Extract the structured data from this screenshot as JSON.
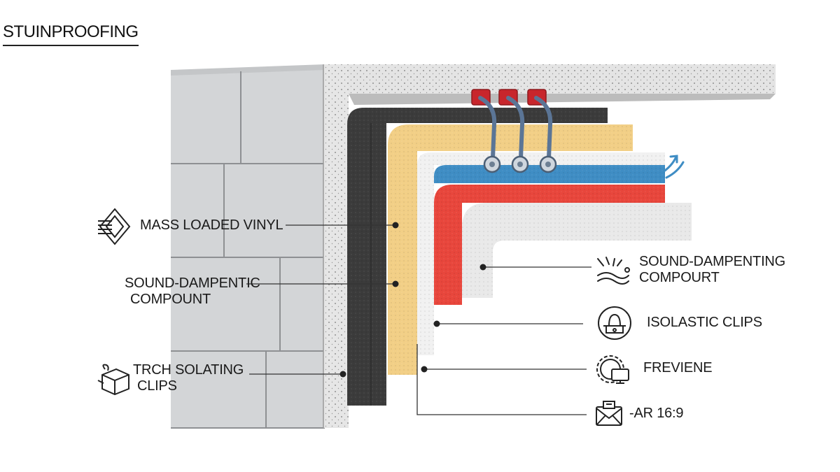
{
  "title": "STUINPROOFING",
  "labels": {
    "mlv": {
      "text": "MASS LOADED VINYL",
      "icon": "layers-diamond-icon"
    },
    "compound_left": {
      "line1": "SOUND-DAMPENTIC",
      "line2": "COMPOUNT"
    },
    "clips_left": {
      "line1": "TRCH SOLATING",
      "line2": "CLIPS",
      "icon": "package-box-icon"
    },
    "compound_right": {
      "line1": "SOUND-DAMPENTING",
      "line2": "COMPOURT",
      "icon": "sound-waves-icon"
    },
    "isolastic": {
      "text": "ISOLASTIC CLIPS",
      "icon": "clip-circle-icon"
    },
    "freviene": {
      "text": "FREVIENE",
      "icon": "gear-computer-icon"
    },
    "ar": {
      "text": "-AR 16:9",
      "icon": "mail-envelope-icon"
    }
  },
  "colors": {
    "brick": "#d3d5d7",
    "concrete": "#e6e6e6",
    "dark_layer": "#3b3b3b",
    "yellow_layer": "#f2cf86",
    "blue_layer": "#3f8dc4",
    "red_layer": "#e8463c",
    "white_layer": "#ededed",
    "clip": "#c8262c",
    "hanger": "#5b7596"
  }
}
